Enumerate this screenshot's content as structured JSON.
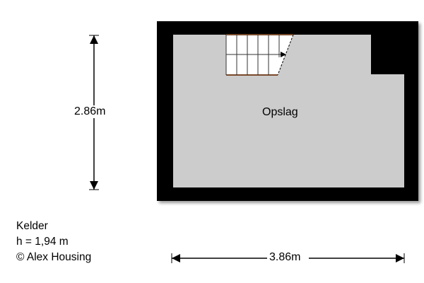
{
  "room": {
    "name": "Opslag"
  },
  "dimensions": {
    "height": "2.86m",
    "width": "3.86m"
  },
  "info": {
    "floor": "Kelder",
    "ceiling_height": "h = 1,94 m",
    "copyright": "© Alex Housing"
  },
  "colors": {
    "wall": "#000000",
    "floor": "#cccccc",
    "stairs": "#ffffff",
    "stair_edge": "#7a4a2a"
  }
}
